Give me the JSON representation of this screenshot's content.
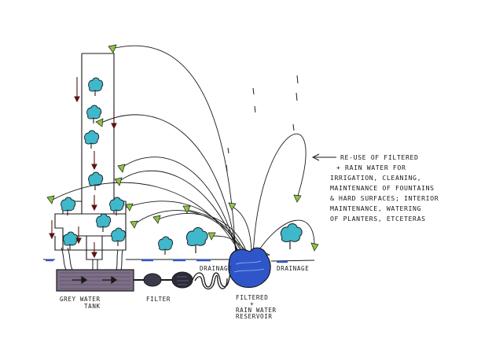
{
  "annotation": {
    "lines": [
      "RE-USE OF FILTERED",
      "+ RAIN WATER FOR",
      "IRRIGATION, CLEANING,",
      "MAINTENANCE OF FOUNTAINS",
      "& HARD SURFACES; INTERIOR",
      "MAINTENANCE, WATERING",
      "OF PLANTERS, ETCETERAS"
    ]
  },
  "labels": {
    "grey_water_tank": [
      "GREY WATER",
      "TANK"
    ],
    "filter": "FILTER",
    "drainage_left": "DRAINAGE",
    "drainage_right": "DRAINAGE",
    "reservoir": [
      "FILTERED",
      "+",
      "RAIN WATER",
      "RESERVOIR"
    ]
  },
  "colors": {
    "ink": "#1a1a1a",
    "tree": "#3fb8cc",
    "arrow_green": "#8cc63f",
    "reservoir_blue": "#2f56c9",
    "tank_fill": "#7c6f86",
    "filter_fill": "#3a3a4a"
  }
}
